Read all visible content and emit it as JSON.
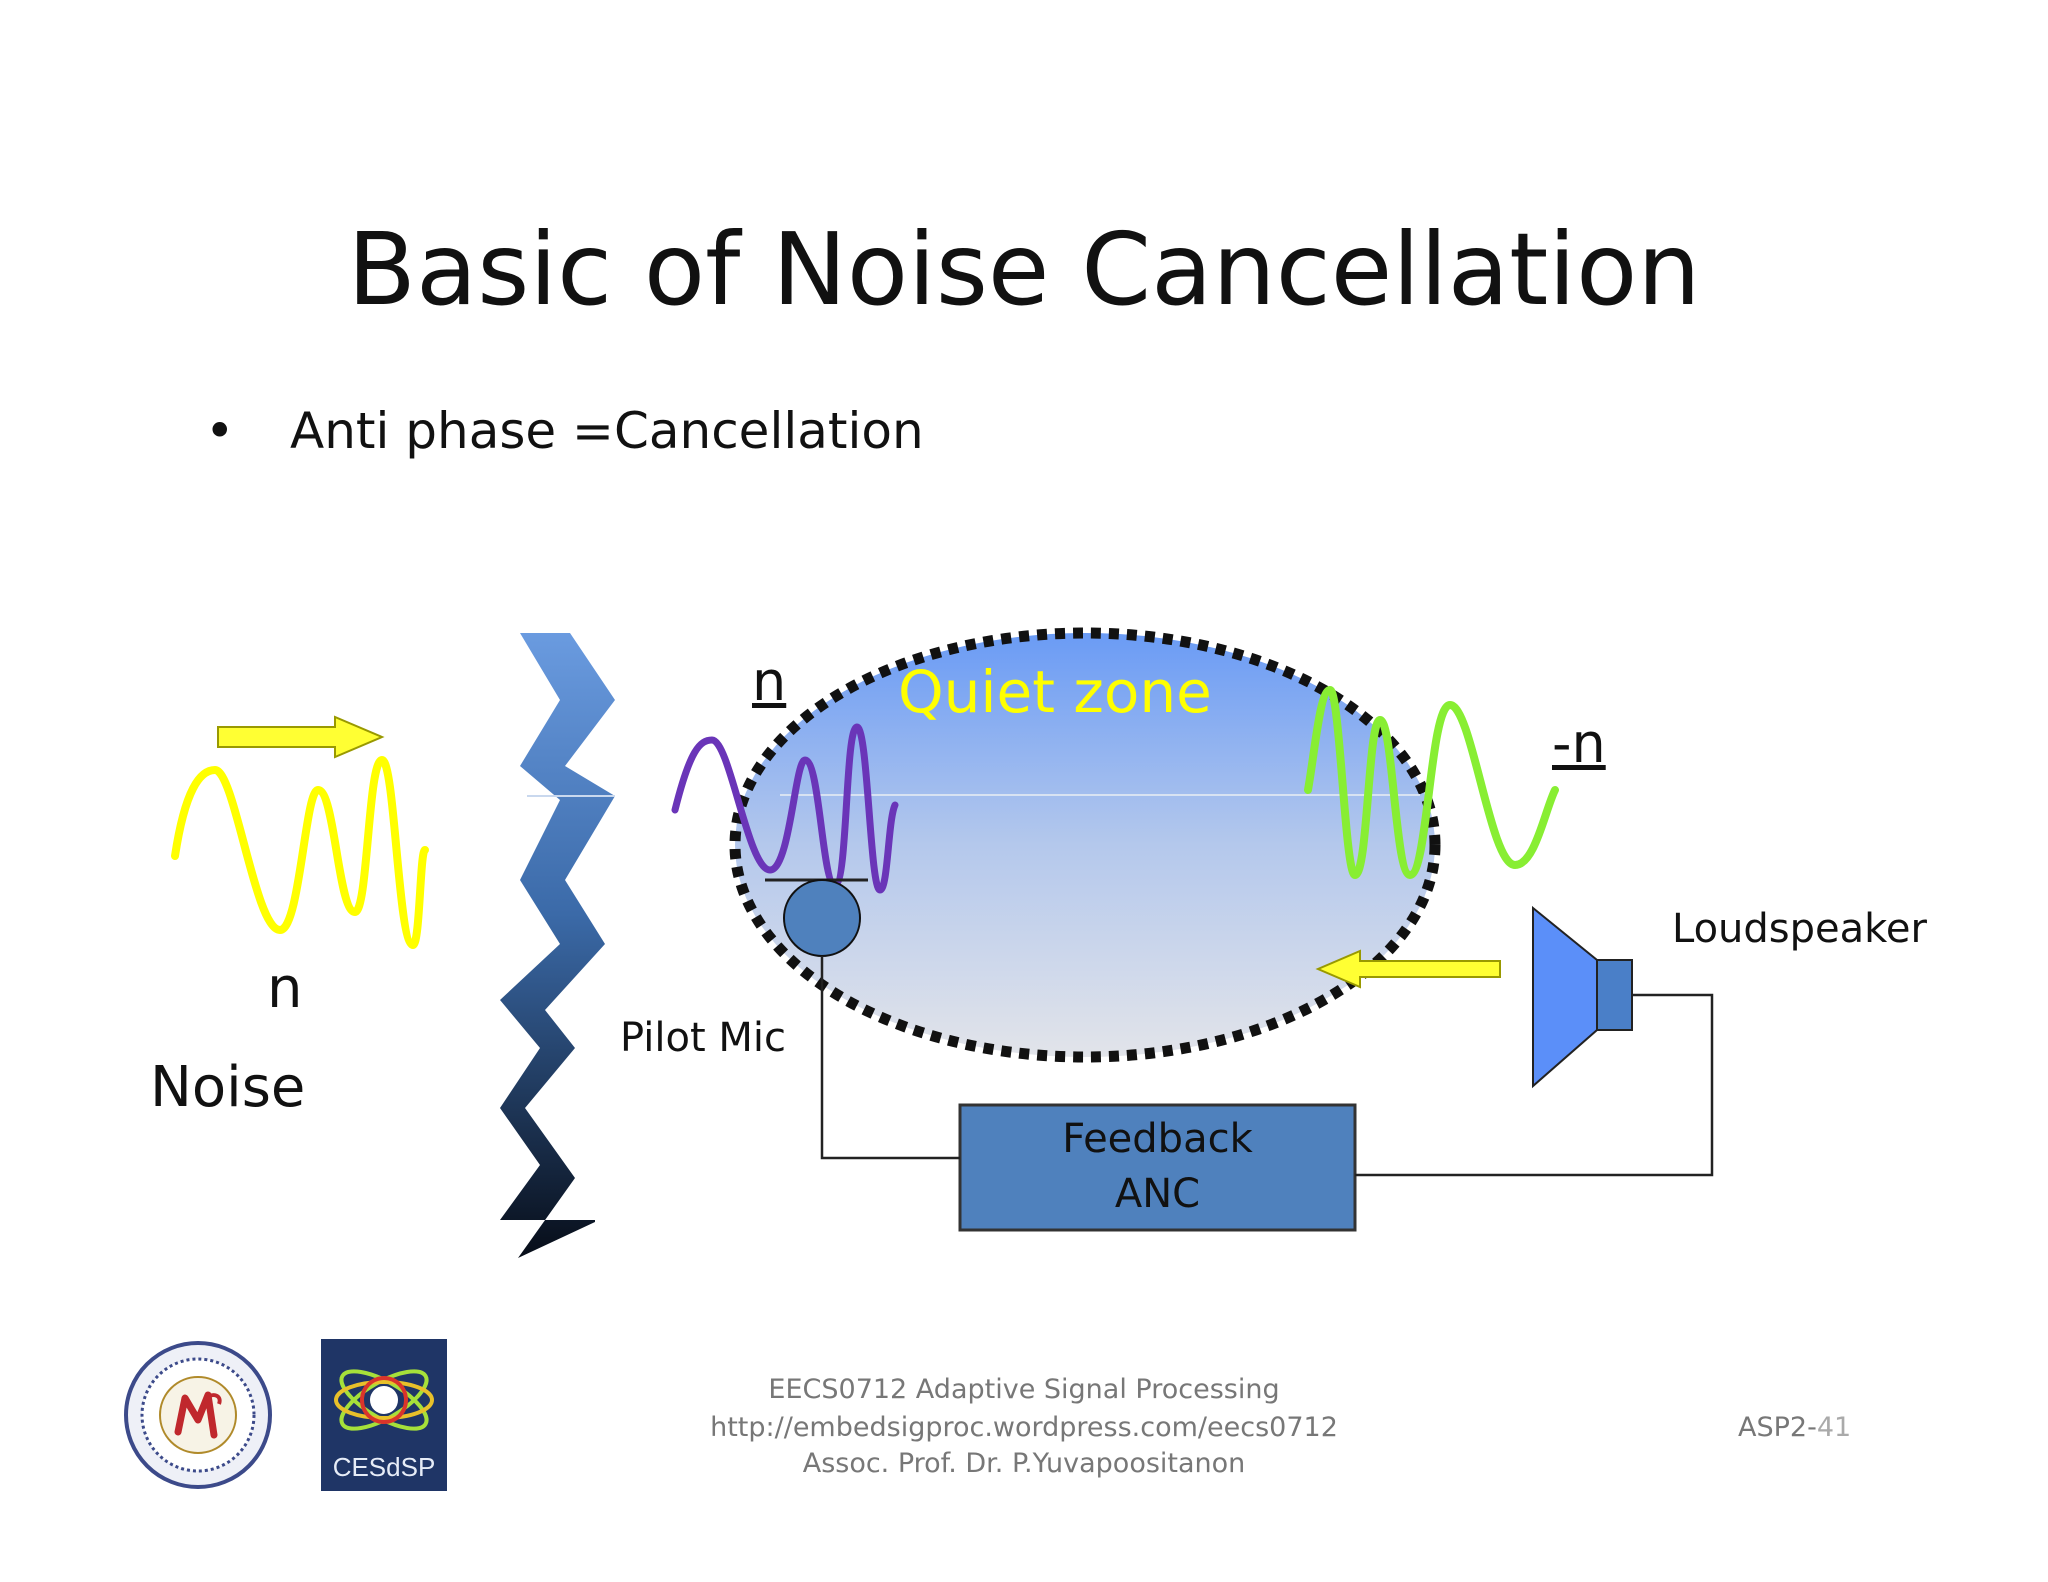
{
  "slide": {
    "title": "Basic of Noise Cancellation",
    "bullet_glyph": "•",
    "bullet": "Anti phase =Cancellation"
  },
  "diagram": {
    "noise_symbol": "n",
    "noise_label": "Noise",
    "wave_in_label": "n",
    "quiet_zone": "Quiet zone",
    "anti_noise_label": "-n",
    "pilot_mic": "Pilot Mic",
    "loudspeaker": "Loudspeaker",
    "anc_block": {
      "line1": "Feedback",
      "line2": "ANC"
    },
    "colors": {
      "noise_wave": "#ffff00",
      "mic_wave": "#6a35b8",
      "anti_wave": "#88ee33",
      "arrow": "#ffff33",
      "quiet_zone_text": "#ffff00",
      "block": "#4f81bd"
    }
  },
  "footer": {
    "course": "EECS0712 Adaptive Signal Processing",
    "url": "http://embedsigproc.wordpress.com/eecs0712",
    "author": "Assoc. Prof. Dr. P.Yuvapoositanon",
    "page_prefix": "ASP2-",
    "page_number": "41",
    "logo_right_text": "CESdSP"
  }
}
